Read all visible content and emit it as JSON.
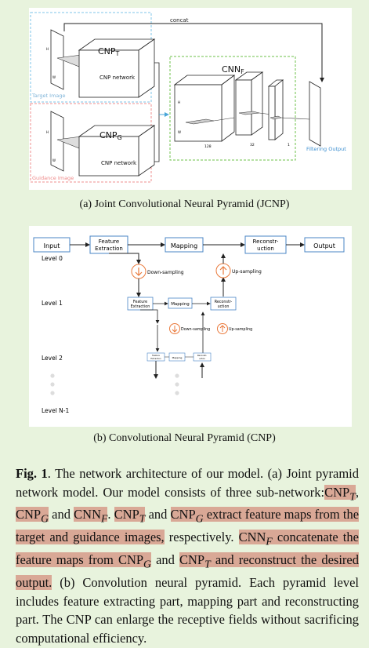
{
  "figure_a": {
    "concat": "concat",
    "cnp_t_title": "CNP",
    "cnp_t_sub": "T",
    "cnp_t_label": "CNP network",
    "cnp_g_title": "CNP",
    "cnp_g_sub": "G",
    "cnp_g_label": "CNP network",
    "cnn_f_title": "CNN",
    "cnn_f_sub": "F",
    "target_image": "Target Image",
    "guidance_image": "Guidance Image",
    "filtering_output": "Filtering Output",
    "dim_128": "128",
    "dim_32": "32",
    "dim_1": "1",
    "h": "H",
    "w": "W",
    "caption": "(a) Joint Convolutional Neural Pyramid (JCNP)",
    "colors": {
      "blue_dash": "#7fc6ea",
      "red_dash": "#ef8f8f",
      "green_dash": "#6cc04a",
      "arrow_blue": "#4aa6d8",
      "output_text": "#3c8fd0"
    }
  },
  "figure_b": {
    "input": "Input",
    "feature_extraction": [
      "Feature",
      "Extraction"
    ],
    "mapping": "Mapping",
    "reconstruction": [
      "Reconstr-",
      "uction"
    ],
    "output": "Output",
    "level_0": "Level 0",
    "level_1": "Level 1",
    "level_2": "Level 2",
    "level_n1": "Level N-1",
    "down_sampling": "Down-sampling",
    "up_sampling": "Up-sampling",
    "caption": "(b) Convolutional Neural Pyramid (CNP)",
    "colors": {
      "box_border": "#4a86c5",
      "circle": "#ea7a3c"
    }
  },
  "caption": {
    "label": "Fig. 1",
    "p1": ". The network architecture of our model. (a) Joint pyramid network model. Our model consists of three sub-network:",
    "cnp": "CNP",
    "cnn": "CNN",
    "sub_t": "T",
    "sub_g": "G",
    "sub_f": "F",
    "comma": ", ",
    "and": " and ",
    "dot": ". ",
    "and2": " and ",
    "extract": " extract feature maps from the target and guidance images,",
    "respectively": " respectively. ",
    "concatenate": " concatenate the feature maps from ",
    "and3": " and ",
    "reconstruct": " and reconstruct the desired output.",
    "rest": " (b) Convolution neural pyramid. Each pyramid level includes feature extracting part, mapping part and reconstructing part. The CNP can enlarge the receptive fields without sacrificing computational efficiency."
  }
}
